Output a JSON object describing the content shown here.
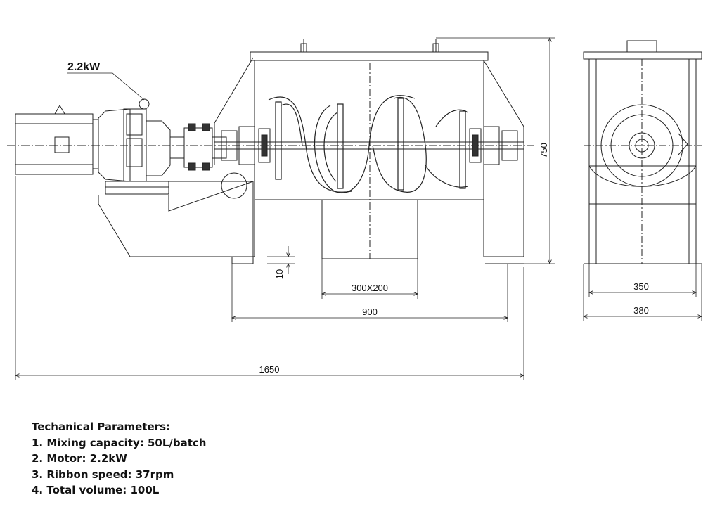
{
  "callout": {
    "motor_label": "2.2kW"
  },
  "dimensions": {
    "height": "750",
    "total_length": "1650",
    "tank_length": "900",
    "outlet": "300X200",
    "leg_offset": "10",
    "side_inner_width": "350",
    "side_outer_width": "380"
  },
  "parameters": {
    "heading": "Techanical Parameters:",
    "items": [
      "1. Mixing capacity: 50L/batch",
      "2. Motor: 2.2kW",
      "3. Ribbon speed: 37rpm",
      "4. Total volume: 100L"
    ]
  }
}
